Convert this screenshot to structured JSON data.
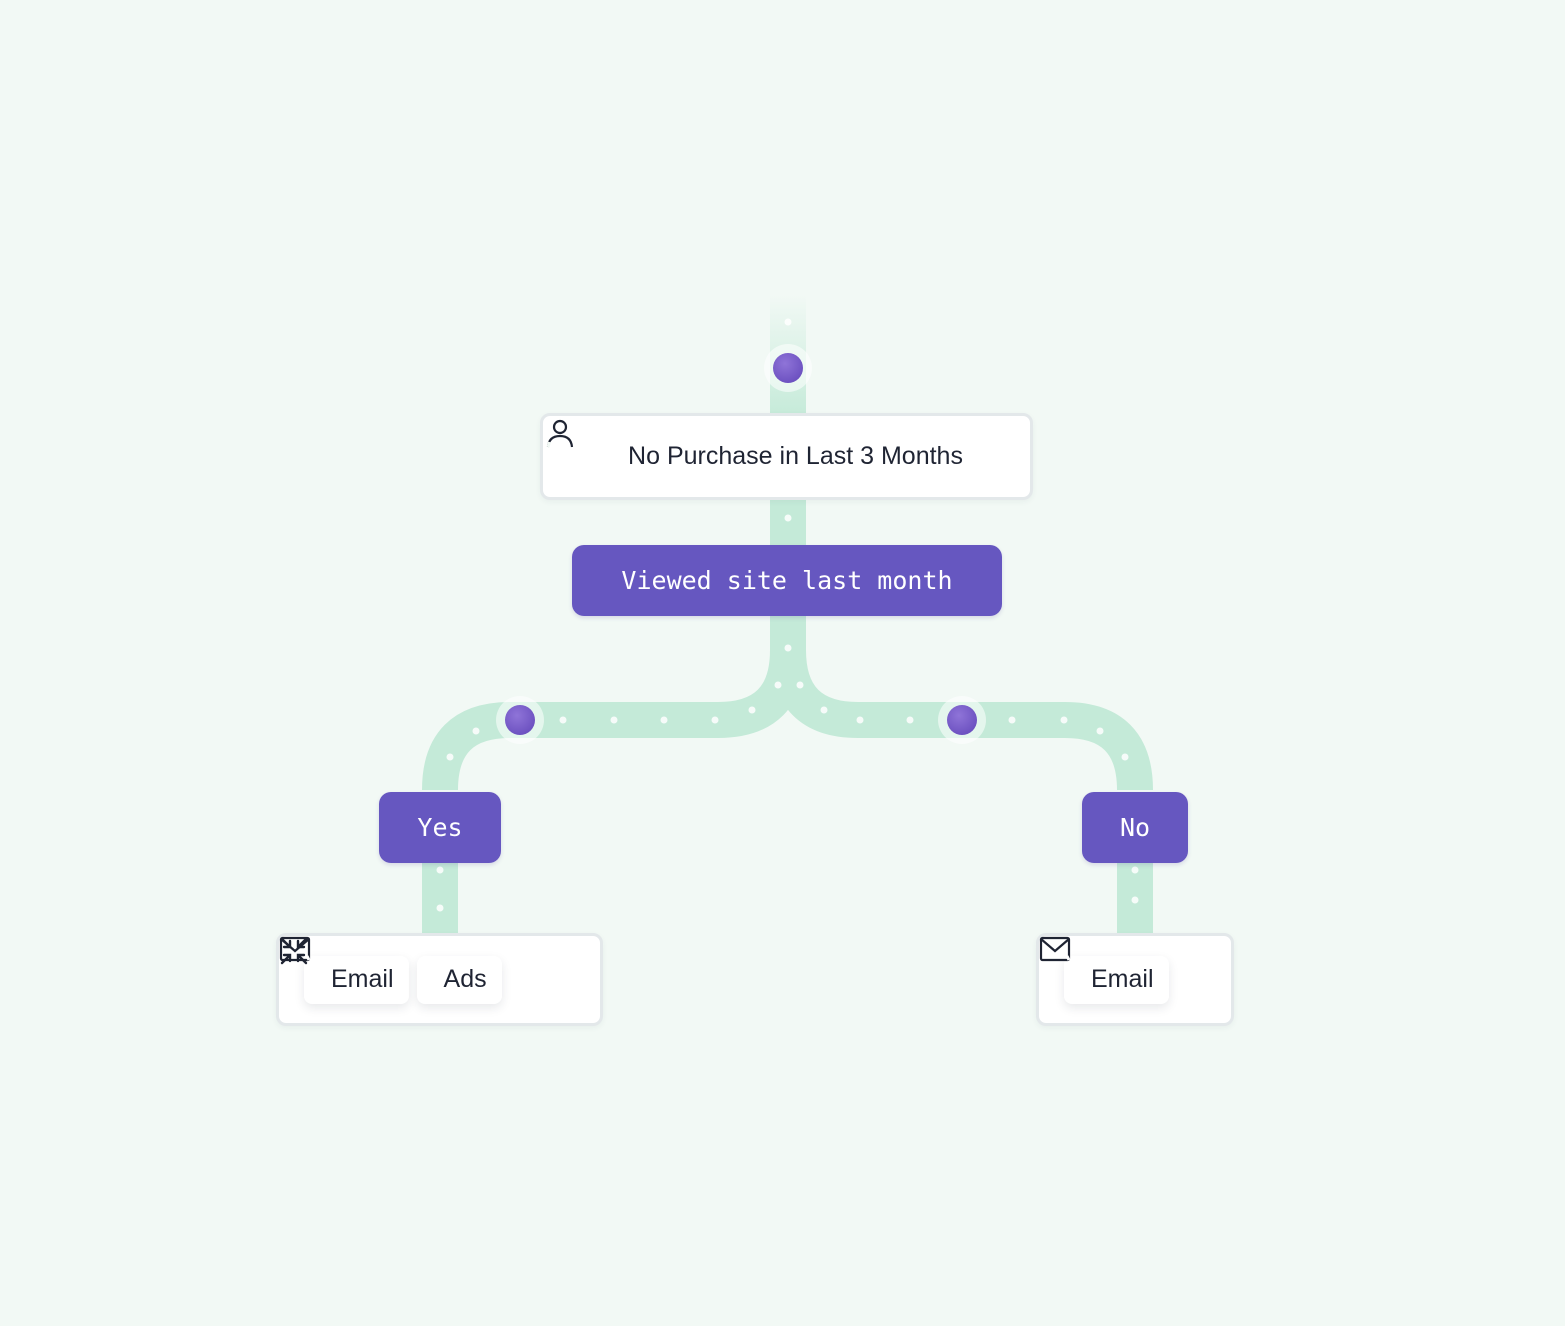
{
  "segment": {
    "icon": "user-icon",
    "label": "No Purchase in Last 3 Months"
  },
  "condition": {
    "label": "Viewed site last month"
  },
  "branches": {
    "yes": {
      "label": "Yes",
      "actions": [
        {
          "icon": "mail-icon",
          "label": "Email"
        },
        {
          "icon": "ads-icon",
          "label": "Ads"
        }
      ]
    },
    "no": {
      "label": "No",
      "actions": [
        {
          "icon": "mail-icon",
          "label": "Email"
        }
      ]
    }
  },
  "colors": {
    "background": "#f2f9f5",
    "track": "#c4ead8",
    "accent": "#6657c0",
    "dot": "#7c5fc9",
    "text": "#1f2433",
    "border": "#e3e8ea"
  }
}
